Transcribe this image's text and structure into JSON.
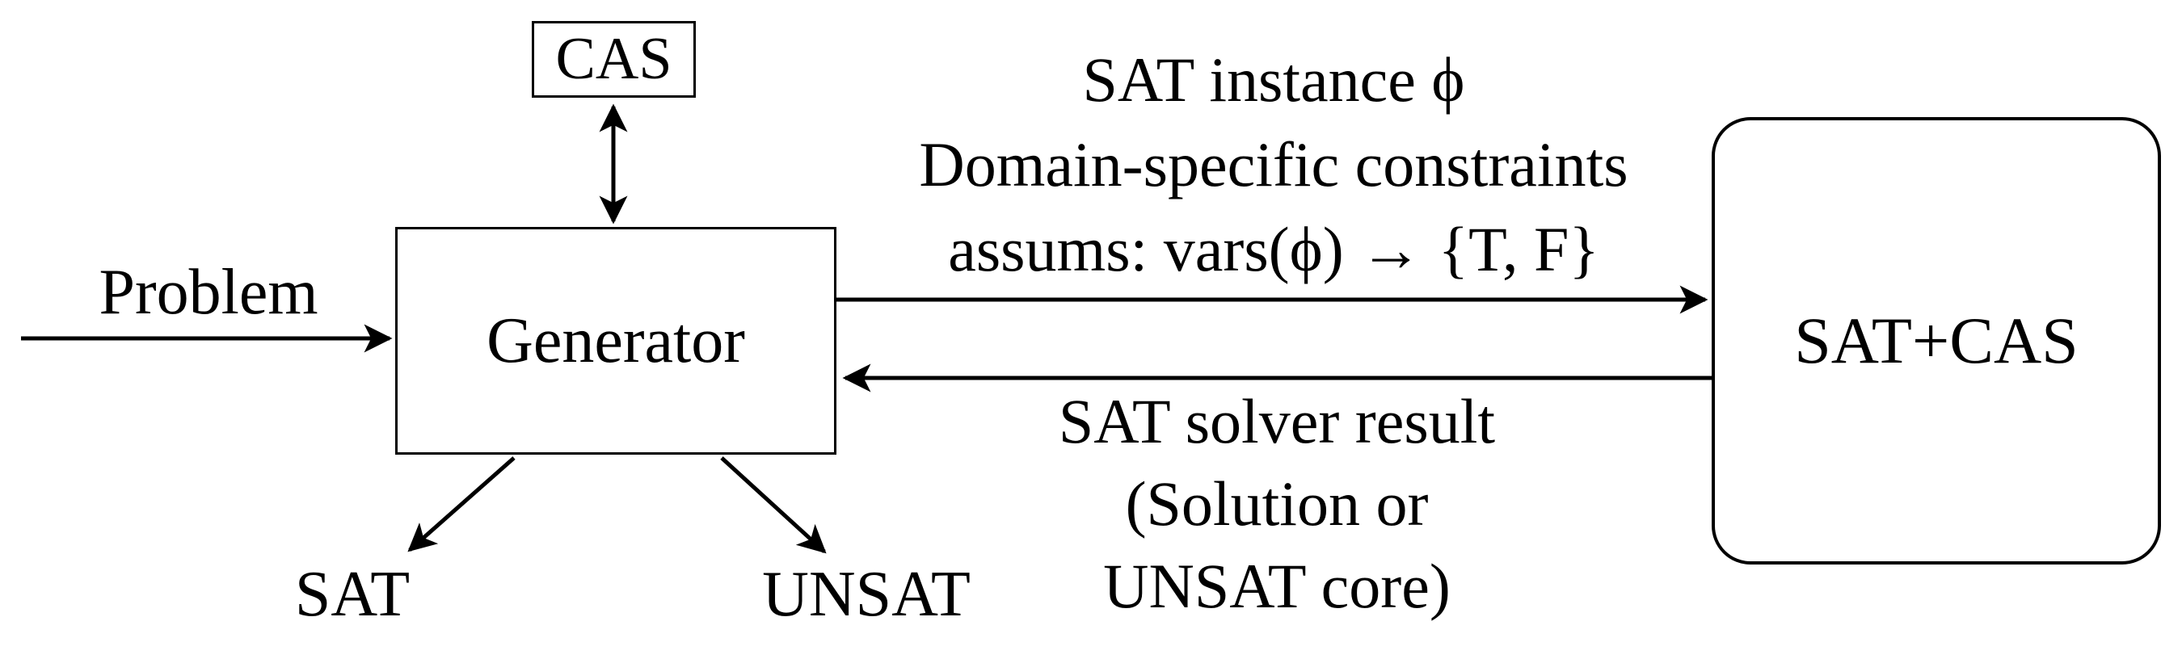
{
  "nodes": {
    "cas": {
      "label": "CAS"
    },
    "generator": {
      "label": "Generator"
    },
    "sat_cas": {
      "label": "SAT+CAS"
    }
  },
  "edges": {
    "problem_in": {
      "label": "Problem"
    },
    "forward": {
      "line1": "SAT instance ϕ",
      "line2": "Domain-specific constraints",
      "line3": "assums: vars(ϕ) → {T, F}"
    },
    "backward": {
      "line1": "SAT solver result",
      "line2": "(Solution or",
      "line3": "UNSAT core)"
    },
    "sat_out": {
      "label": "SAT"
    },
    "unsat_out": {
      "label": "UNSAT"
    }
  },
  "colors": {
    "line": "#000000",
    "text": "#000000",
    "background": "#ffffff"
  }
}
